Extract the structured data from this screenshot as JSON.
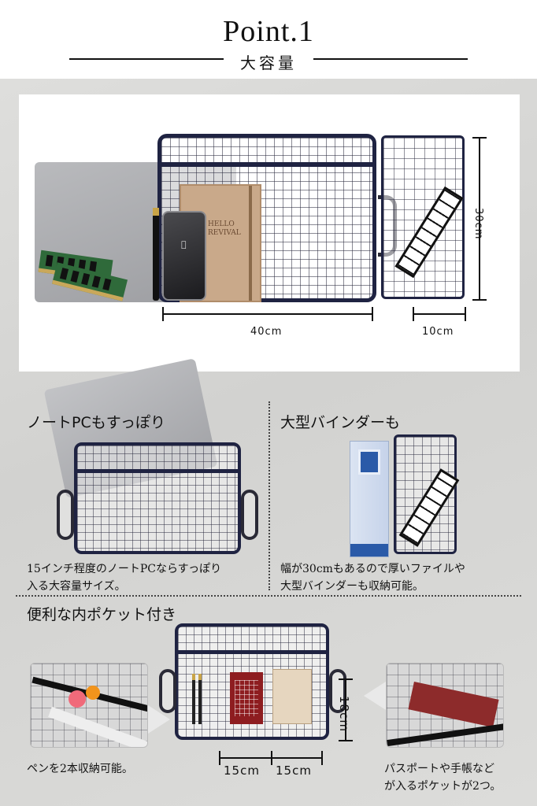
{
  "header": {
    "title": "Point.1",
    "subtitle": "大容量"
  },
  "top_panel": {
    "notebook_text": "HELLO REVIVAL",
    "dimensions": {
      "width": "40cm",
      "depth": "10cm",
      "height": "30cm"
    }
  },
  "section_laptop": {
    "title": "ノートPCもすっぽり",
    "text_line1": "15インチ程度のノートPCならすっぽり",
    "text_line2": "入る大容量サイズ。"
  },
  "section_binder": {
    "title": "大型バインダーも",
    "text_line1": "幅が30cmもあるので厚いファイルや",
    "text_line2": "大型バインダーも収納可能。"
  },
  "section_pocket": {
    "title": "便利な内ポケット付き",
    "dim_height": "18cm",
    "dim_left": "15cm",
    "dim_right": "15cm",
    "left_caption": "ペンを2本収納可能。",
    "right_caption_line1": "パスポートや手帳など",
    "right_caption_line2": "が入るポケットが2つ。"
  },
  "colors": {
    "bag_trim": "#1f2342",
    "background": "#d9d9d7"
  }
}
